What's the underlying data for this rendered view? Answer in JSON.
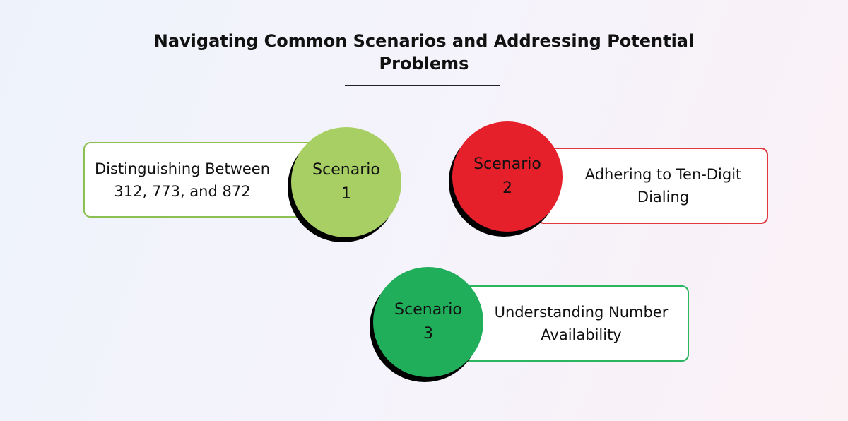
{
  "title": "Navigating Common Scenarios and Addressing Potential Problems",
  "colors": {
    "scenario1": "#a7cf64",
    "scenario2": "#e6202a",
    "scenario3": "#20ae5b"
  },
  "scenarios": [
    {
      "label": "Scenario",
      "number": "1",
      "text": "Distinguishing Between 312, 773, and 872"
    },
    {
      "label": "Scenario",
      "number": "2",
      "text": "Adhering to Ten-Digit Dialing"
    },
    {
      "label": "Scenario",
      "number": "3",
      "text": "Understanding Number Availability"
    }
  ]
}
